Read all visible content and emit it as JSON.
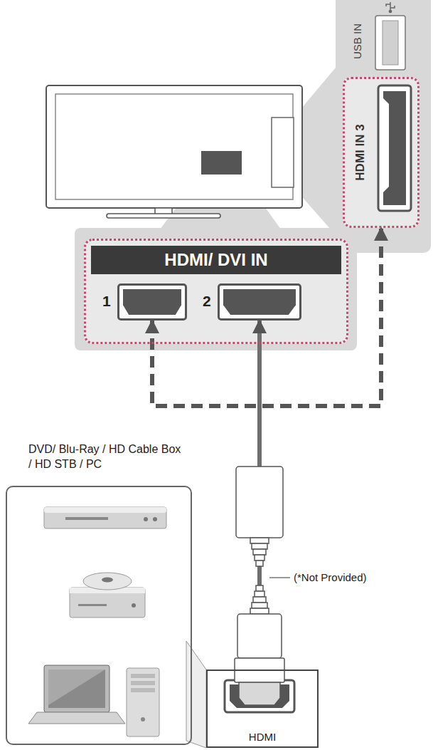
{
  "diagram": {
    "nodes": [
      {
        "text": [
          "USB IN"
        ]
      },
      {
        "text": [
          "HDMI IN 3"
        ],
        "in": 0
      },
      {
        "text": [
          "HDMI/ DVI IN"
        ]
      },
      {
        "text": [
          "1"
        ],
        "in": 2
      },
      {
        "text": [
          "2"
        ],
        "in": 2
      },
      {
        "text": [
          "DVD/ Blu-Ray / HD Cable Box / HD STB / PC"
        ]
      },
      {
        "text": [
          "HDMI"
        ]
      }
    ],
    "edges": [
      {
        "from": 6,
        "to": 4,
        "arrow": "to"
      },
      {
        "from": 3,
        "to": 1,
        "arrow": "both"
      }
    ],
    "labels": [
      "(*Not Provided)"
    ]
  }
}
